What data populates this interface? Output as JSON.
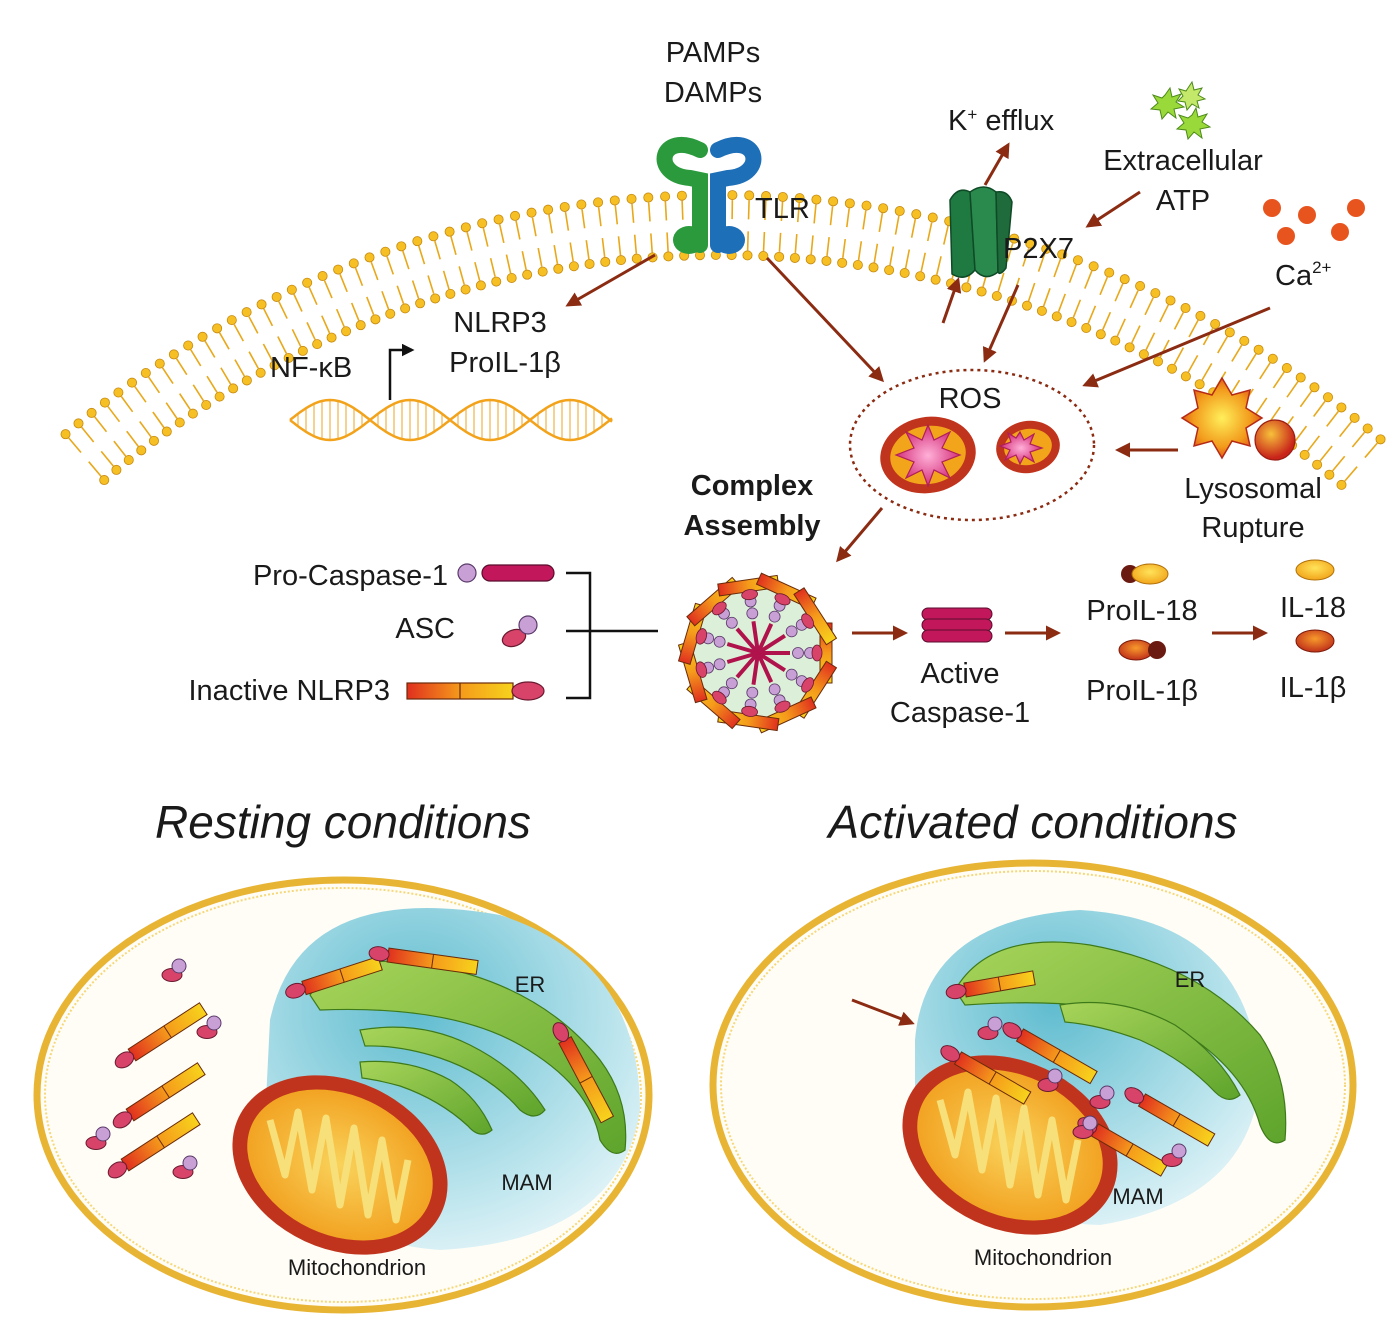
{
  "top": {
    "pamps": "PAMPs",
    "damps": "DAMPs",
    "tlr": "TLR",
    "k_efflux": "K",
    "k_sup": "+",
    "k_efflux_tail": " efflux",
    "extracellular": "Extracellular",
    "atp": "ATP",
    "p2x7": "P2X7",
    "ca": "Ca",
    "ca_sup": "2+",
    "nlrp3": "NLRP3",
    "proil1b_top": "ProIL-1β",
    "nfkb": "NF-κB",
    "ros": "ROS",
    "lysosomal": "Lysosomal",
    "rupture": "Rupture",
    "complex": "Complex",
    "assembly": "Assembly",
    "pro_caspase": "Pro-Caspase-1",
    "asc": "ASC",
    "inactive_nlrp3": "Inactive NLRP3",
    "active": "Active",
    "caspase1": "Caspase-1",
    "proil18": "ProIL-18",
    "proil1b": "ProIL-1β",
    "il18": "IL-18",
    "il1b": "IL-1β"
  },
  "bottom": {
    "resting_title": "Resting conditions",
    "activated_title": "Activated conditions",
    "er": "ER",
    "mam": "MAM",
    "mitochondrion": "Mitochondrion"
  },
  "colors": {
    "membrane": "#f2b21c",
    "arrow": "#8b2b12",
    "tlr_green": "#2a9a3c",
    "tlr_blue": "#1d6fb8",
    "p2x7": "#1f6b3c",
    "caspase": "#c2185b",
    "asc": "#c9a0d6",
    "er": "#7cbd3a",
    "mam": "#7fc8d8",
    "mito_outer": "#c0341d",
    "mito_inner": "#f5b21b"
  }
}
